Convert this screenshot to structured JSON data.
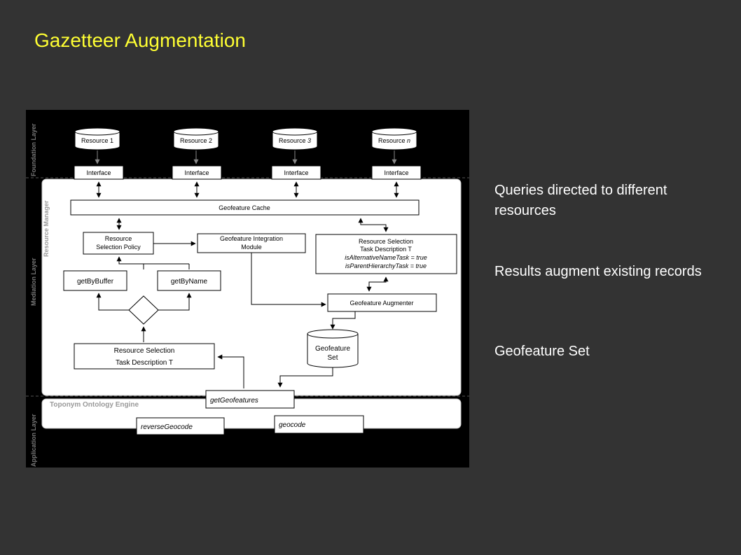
{
  "slide": {
    "title": "Gazetteer Augmentation",
    "accent_color": "#ffff33",
    "background_color": "#333333"
  },
  "diagram": {
    "layers": {
      "foundation": "Foundation Layer",
      "mediation": "Mediation Layer",
      "application": "Application Layer"
    },
    "resource_manager": "Resource Manager",
    "resources": [
      {
        "name": "Resource",
        "suffix": "1"
      },
      {
        "name": "Resource",
        "suffix": "2"
      },
      {
        "name": "Resource",
        "suffix": "3"
      },
      {
        "name": "Resource",
        "suffix": "n"
      }
    ],
    "interface_label": "Interface",
    "geofeature_cache": "Geofeature Cache",
    "resource_selection_policy": [
      "Resource",
      "Selection Policy"
    ],
    "integration_module": [
      "Geofeature Integration",
      "Module"
    ],
    "task_description_box": {
      "line1": "Resource Selection",
      "line2": "Task Description T",
      "line3": "isAlternativeNameTask = true",
      "line4": "isParentHierarchyTask = true"
    },
    "get_by_buffer": "getByBuffer",
    "get_by_name": "getByName",
    "augmenter": "Geofeature Augmenter",
    "selection_box": {
      "line1": "Resource Selection",
      "line2": "Task Description T"
    },
    "geofeature_set": [
      "Geofeature",
      "Set"
    ],
    "get_geofeatures": "getGeofeatures",
    "ontology_engine": "Toponym Ontology Engine",
    "reverse_geocode": "reverseGeocode",
    "geocode": "geocode"
  },
  "bullets": [
    "Queries directed to different resources",
    "Results augment existing records",
    "Geofeature Set"
  ]
}
